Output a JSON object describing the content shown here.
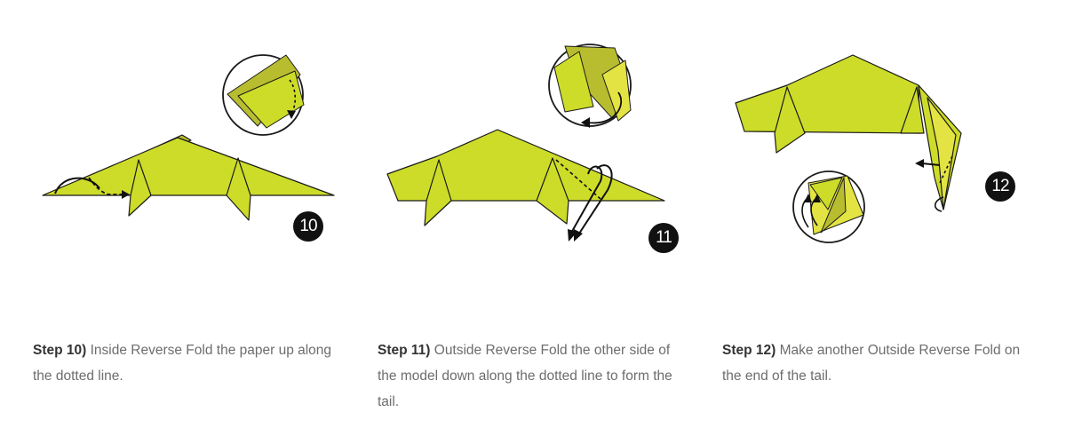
{
  "colors": {
    "paper": "#cddc29",
    "paper_dark": "#b7bd2f",
    "paper_light": "#e3e343",
    "outline": "#1a1a1a",
    "badge_bg": "#111111",
    "badge_text": "#ffffff",
    "caption_bold": "#333333",
    "caption_text": "#6d6d6d"
  },
  "steps": [
    {
      "number": "10",
      "label": "Step 10)",
      "text": " Inside Reverse Fold the paper up along the dotted line."
    },
    {
      "number": "11",
      "label": "Step 11)",
      "text": " Outside Reverse Fold the other side of the model down along the dotted line to form the tail."
    },
    {
      "number": "12",
      "label": "Step 12)",
      "text": " Make another Outside Reverse Fold on the end of the tail."
    }
  ]
}
